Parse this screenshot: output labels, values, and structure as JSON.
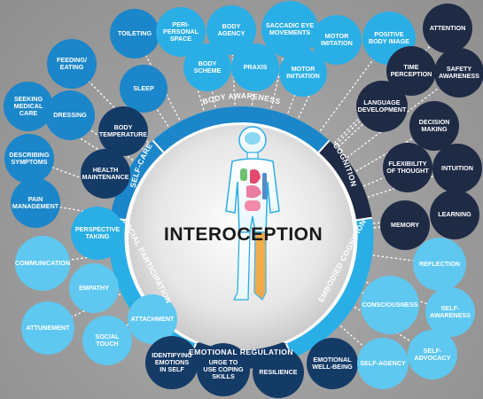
{
  "title": "INTEROCEPTION",
  "colors": {
    "background": "#9c9c9c",
    "body_awareness": "#1b86c9",
    "cognition": "#1f2b45",
    "embodied_cognition": "#2aaee6",
    "emotional_regulation": "#143a66",
    "social_participation": "#2aaee6",
    "self_care": "#1b86c9"
  },
  "ring": {
    "body_awareness": "BODY AWARENESS",
    "cognition": "COGNITION",
    "embodied_cognition": "EMBODIED COGNITION",
    "emotional_regulation": "EMOTIONAL REGULATION",
    "social_participation": "SOCIAL PARTICIPATION",
    "self_care": "SELF-CARE"
  },
  "nodes": {
    "toileting": "TOILETING",
    "peri_personal_space": "PERI-\nPERSONAL\nSPACE",
    "body_agency": "BODY\nAGENCY",
    "saccadic_eye_movements": "SACCADIC EYE\nMOVEMENTS",
    "motor_imitation": "MOTOR\nIMITATION",
    "positive_body_image": "POSITIVE\nBODY IMAGE",
    "attention": "ATTENTION",
    "feeding_eating": "FEEDING/\nEATING",
    "body_scheme": "BODY\nSCHEME",
    "praxis": "PRAXIS",
    "motor_initiation": "MOTOR\nINITIATION",
    "time_perception": "TIME\nPERCEPTION",
    "safety_awareness": "SAFETY\nAWARENESS",
    "sleep": "SLEEP",
    "seeking_medical_care": "SEEKING\nMEDICAL\nCARE",
    "dressing": "DRESSING",
    "body_temperature": "BODY\nTEMPERATURE",
    "language_development": "LANGUAGE\nDEVELOPMENT",
    "decision_making": "DECISION\nMAKING",
    "describing_symptoms": "DESCRIBING\nSYMPTOMS",
    "health_maintenance": "HEALTH\nMAINTENANCE",
    "flexibility_of_thought": "FLEXIBILITY\nOF THOUGHT",
    "intuition": "INTUITION",
    "pain_management": "PAIN\nMANAGEMENT",
    "perspective_taking": "PERSPECTIVE\nTAKING",
    "learning": "LEARNING",
    "memory": "MEMORY",
    "communication": "COMMUNICATION",
    "reflection": "REFLECTION",
    "empathy": "EMPATHY",
    "consciousness": "CONSCIOUSNESS",
    "self_awareness": "SELF-\nAWARENESS",
    "attachment": "ATTACHMENT",
    "attunement": "ATTUNEMENT",
    "social_touch": "SOCIAL\nTOUCH",
    "self_advocacy": "SELF-\nADVOCACY",
    "identifying_emotions": "IDENTIFYING\nEMOTIONS\nIN SELF",
    "urge_to_use_coping_skills": "URGE TO\nUSE COPING\nSKILLS",
    "resilience": "RESILIENCE",
    "emotional_well_being": "EMOTIONAL\nWELL-BEING",
    "self_agency": "SELF-AGENCY"
  }
}
